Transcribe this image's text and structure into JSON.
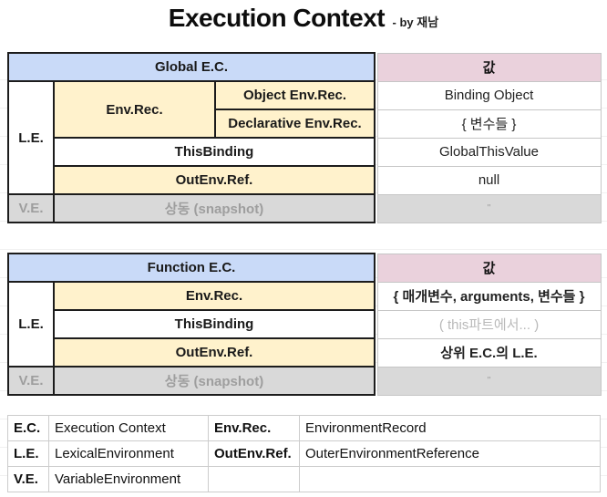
{
  "title": {
    "main": "Execution Context",
    "byline": "- by 재남"
  },
  "colors": {
    "header_blue": "#c9daf8",
    "header_pink": "#ead1dc",
    "cell_yellow": "#fff2cc",
    "cell_gray": "#d9d9d9",
    "border_dark": "#1c1c1c",
    "border_light": "#c6c6c6"
  },
  "global_ec": {
    "header": "Global E.C.",
    "value_header": "값",
    "le_label": "L.E.",
    "ve_label": "V.E.",
    "env_rec": "Env.Rec.",
    "object_env_rec": "Object Env.Rec.",
    "declarative_env_rec": "Declarative Env.Rec.",
    "this_binding": "ThisBinding",
    "out_env_ref": "OutEnv.Ref.",
    "snapshot": "상동 (snapshot)",
    "values": {
      "object_env_rec": "Binding Object",
      "declarative_env_rec": "{ 변수들 }",
      "this_binding": "GlobalThisValue",
      "out_env_ref": "null",
      "snapshot": "\""
    }
  },
  "function_ec": {
    "header": "Function E.C.",
    "value_header": "값",
    "le_label": "L.E.",
    "ve_label": "V.E.",
    "env_rec": "Env.Rec.",
    "this_binding": "ThisBinding",
    "out_env_ref": "OutEnv.Ref.",
    "snapshot": "상동 (snapshot)",
    "values": {
      "env_rec": "{ 매개변수, arguments, 변수들 }",
      "this_binding": "( this파트에서... )",
      "out_env_ref": "상위 E.C.의 L.E.",
      "snapshot": "\""
    }
  },
  "legend": {
    "rows": [
      {
        "abbr1": "E.C.",
        "full1": "Execution Context",
        "abbr2": "Env.Rec.",
        "full2": "EnvironmentRecord"
      },
      {
        "abbr1": "L.E.",
        "full1": "LexicalEnvironment",
        "abbr2": "OutEnv.Ref.",
        "full2": "OuterEnvironmentReference"
      },
      {
        "abbr1": "V.E.",
        "full1": "VariableEnvironment",
        "abbr2": "",
        "full2": ""
      }
    ]
  }
}
